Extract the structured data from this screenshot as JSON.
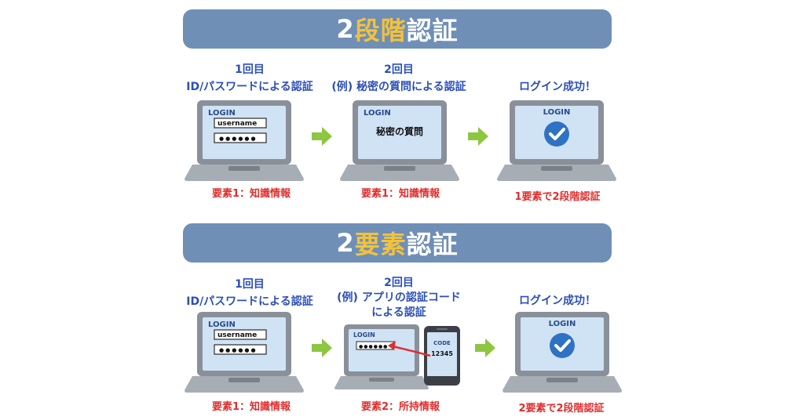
{
  "section1": {
    "title_num": "2",
    "title_hl": "段階",
    "title_rest": "認証",
    "steps": [
      {
        "line1": "1回目",
        "line2": "ID/パスワードによる認証",
        "factor": "要素1：知識情報"
      },
      {
        "line1": "2回目",
        "line2": "(例) 秘密の質問による認証",
        "factor": "要素1：知識情報"
      },
      {
        "line1": "ログイン成功！",
        "factor": "1要素で2段階認証"
      }
    ]
  },
  "section2": {
    "title_num": "2",
    "title_hl": "要素",
    "title_rest": "認証",
    "steps": [
      {
        "line1": "1回目",
        "line2": "ID/パスワードによる認証",
        "factor": "要素1：知識情報"
      },
      {
        "line1": "2回目",
        "line2": "(例) アプリの認証コード",
        "line3": "による認証",
        "factor": "要素2：所持情報"
      },
      {
        "line1": "ログイン成功！",
        "factor": "2要素で2段階認証"
      }
    ]
  },
  "screen": {
    "login": "LOGIN",
    "username": "username",
    "password": "●●●●●●",
    "secret_question": "秘密の質問",
    "code_label": "CODE",
    "code_value": "12345"
  },
  "colors": {
    "banner": "#6f8fb6",
    "highlight": "#f4c23a",
    "step_text": "#2c4fb8",
    "factor_text": "#e02d2d",
    "arrow": "#8dc63f",
    "screen": "#cfe3f5",
    "laptop_body": "#8a9099"
  }
}
